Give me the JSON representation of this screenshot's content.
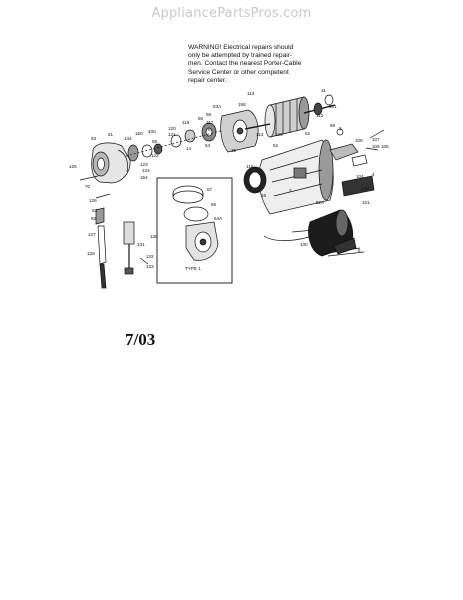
{
  "watermark": "AppliancePartsPros.com",
  "warning": {
    "lines": [
      "WARNING! Electrical repairs should",
      "only be attempted by trained repair-",
      "men. Contact the nearest Porter-Cable",
      "Service Center or other competent",
      "repair center."
    ]
  },
  "date_code": "7/03",
  "inset": {
    "label": "TYPE 1"
  },
  "part_numbers": {
    "p11": "11",
    "p161": "161",
    "p112": "112",
    "p113": "113",
    "p158": "158",
    "p53A": "53A",
    "p58": "58",
    "p86": "86",
    "p117": "117",
    "p6": "6",
    "p114": "114",
    "p119": "119",
    "p120": "120",
    "p121": "121",
    "p400": "400",
    "p150": "150",
    "p144": "144",
    "p51": "51",
    "p53": "53",
    "p14": "14",
    "p54": "54",
    "p35": "35",
    "p55": "55",
    "p122": "122",
    "p123": "123",
    "p124": "124",
    "p154": "154",
    "p125": "125",
    "p70": "70",
    "p108": "108",
    "p129": "129",
    "p62": "62",
    "p52": "52",
    "p59": "59",
    "p3": "3",
    "p107": "107",
    "p106": "106",
    "p105": "105",
    "p104": "104",
    "p102": "102",
    "p4": "4",
    "p18": "18",
    "p2": "2",
    "p101": "101",
    "p52A": "52A",
    "p100": "100",
    "p5": "5",
    "p57": "57",
    "p56": "56",
    "p54A": "54A",
    "p126": "126",
    "p63": "63",
    "p128": "128",
    "p127": "127",
    "p130": "130",
    "p131": "131",
    "p132": "132",
    "p133": "133",
    "p82": "82",
    "p110": "110"
  }
}
